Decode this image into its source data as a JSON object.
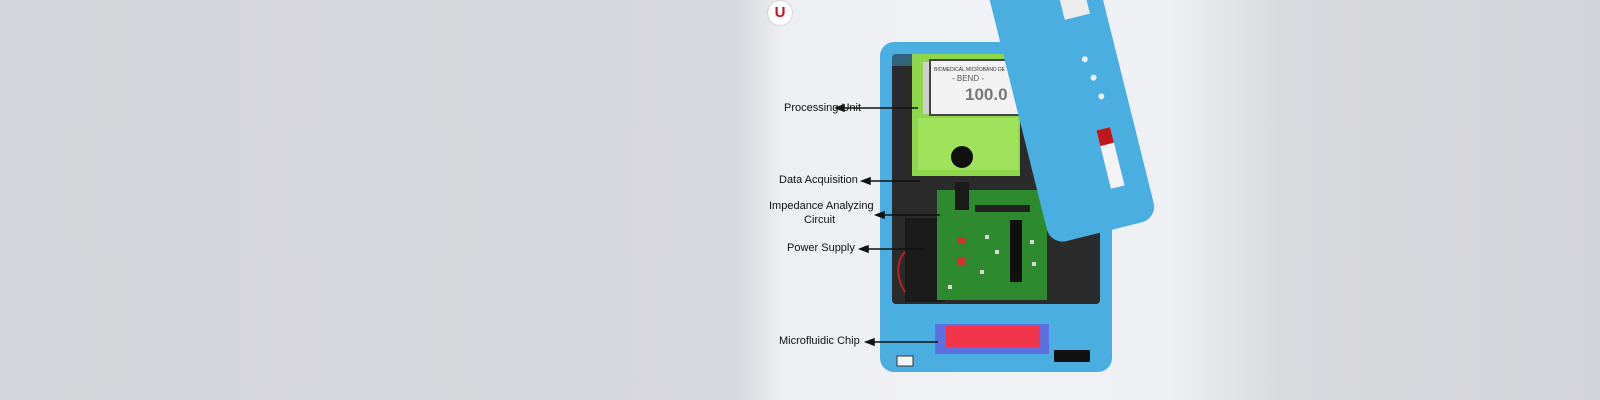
{
  "logo": {
    "letter": "U",
    "color": "#c0161d"
  },
  "labels": {
    "processing_unit": "Processing Unit",
    "data_acquisition": "Data Acquisition",
    "impedance_line1": "Impedance Analyzing",
    "impedance_line2": "Circuit",
    "power_supply": "Power Supply",
    "microfluidic_chip": "Microfluidic Chip"
  },
  "display": {
    "header": "BIOMEDICAL MICROBAND DE",
    "mode": "- BEND -",
    "reading": "100.0"
  },
  "colors": {
    "enclosure": "#4aaee0",
    "pcb": "#2d8a2e",
    "display_board": "#8ed64a",
    "chip": "#f2344a"
  }
}
